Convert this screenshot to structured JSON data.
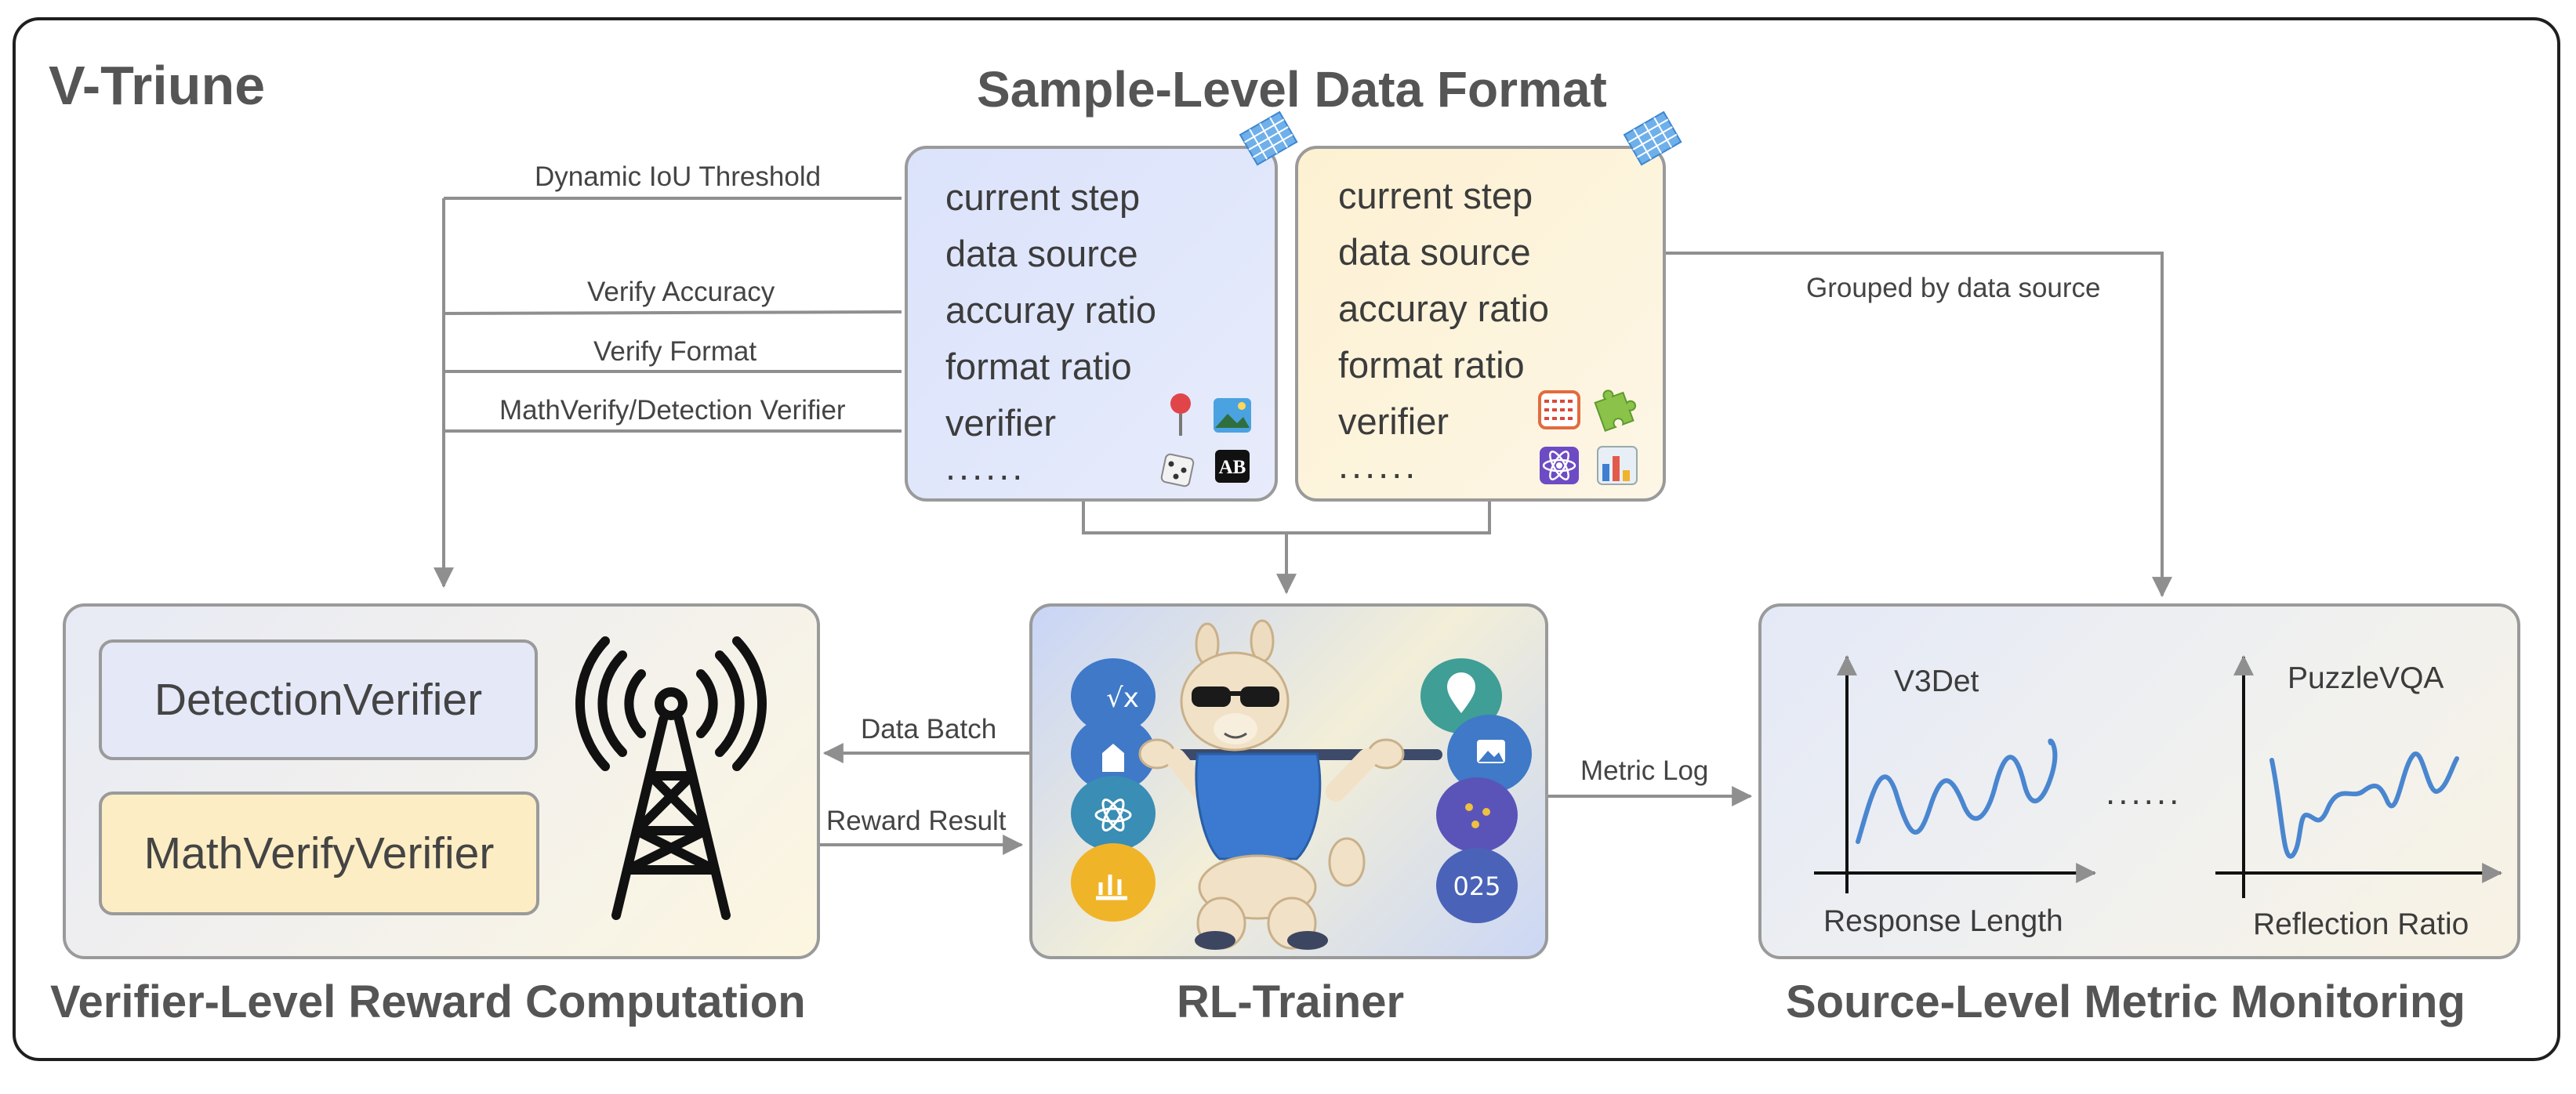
{
  "title": "V-Triune",
  "sample_section": {
    "heading": "Sample-Level Data Format",
    "card_blue": {
      "fields": [
        "current step",
        "data source",
        "accuray ratio",
        "format ratio",
        "verifier",
        "......"
      ],
      "icons": [
        "pin-icon",
        "landscape-image-icon",
        "dice-icon",
        "ab-text-icon"
      ]
    },
    "card_yellow": {
      "fields": [
        "current step",
        "data source",
        "accuray ratio",
        "format ratio",
        "verifier",
        "......"
      ],
      "icons": [
        "abacus-icon",
        "puzzle-icon",
        "atom-icon",
        "bar-chart-icon"
      ]
    }
  },
  "edges": {
    "dynamic_iou": "Dynamic IoU Threshold",
    "verify_accuracy": "Verify Accuracy",
    "verify_format": "Verify Format",
    "mathverify_detection": "MathVerify/Detection Verifier",
    "grouped_by_source": "Grouped by data source",
    "data_batch": "Data Batch",
    "reward_result": "Reward Result",
    "metric_log": "Metric Log"
  },
  "verifier_section": {
    "heading": "Verifier-Level Reward Computation",
    "detection_verifier": "DetectionVerifier",
    "mathverify_verifier": "MathVerifyVerifier"
  },
  "trainer_section": {
    "heading": "RL-Trainer",
    "plate_labels": [
      "√x",
      "025"
    ]
  },
  "monitor_section": {
    "heading": "Source-Level Metric Monitoring",
    "chart_left": {
      "title": "V3Det",
      "xlabel": "Response Length"
    },
    "chart_right": {
      "title": "PuzzleVQA",
      "xlabel": "Reflection Ratio"
    },
    "ellipsis": "......"
  },
  "colors": {
    "blue_card": "#e2e8fb",
    "yellow_card": "#fdf3d8",
    "line": "#8f8f8f",
    "curve": "#4a86d0",
    "heading": "#555555"
  }
}
